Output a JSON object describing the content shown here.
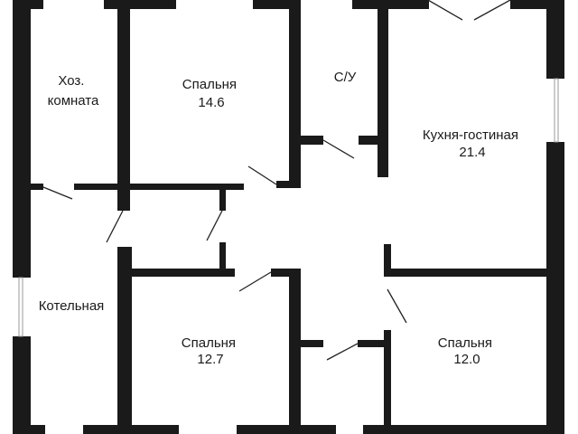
{
  "plan": {
    "wall_color": "#1a1a1a",
    "rooms": [
      {
        "key": "utility",
        "name": "Хоз.\nкомната",
        "area": ""
      },
      {
        "key": "bedroom_top",
        "name": "Спальня",
        "area": "14.6"
      },
      {
        "key": "bathroom",
        "name": "С/У",
        "area": ""
      },
      {
        "key": "kitchen",
        "name": "Кухня-гостиная",
        "area": "21.4"
      },
      {
        "key": "boiler",
        "name": "Котельная",
        "area": ""
      },
      {
        "key": "bedroom_left",
        "name": "Спальня",
        "area": "12.7"
      },
      {
        "key": "bedroom_right",
        "name": "Спальня",
        "area": "12.0"
      }
    ]
  }
}
